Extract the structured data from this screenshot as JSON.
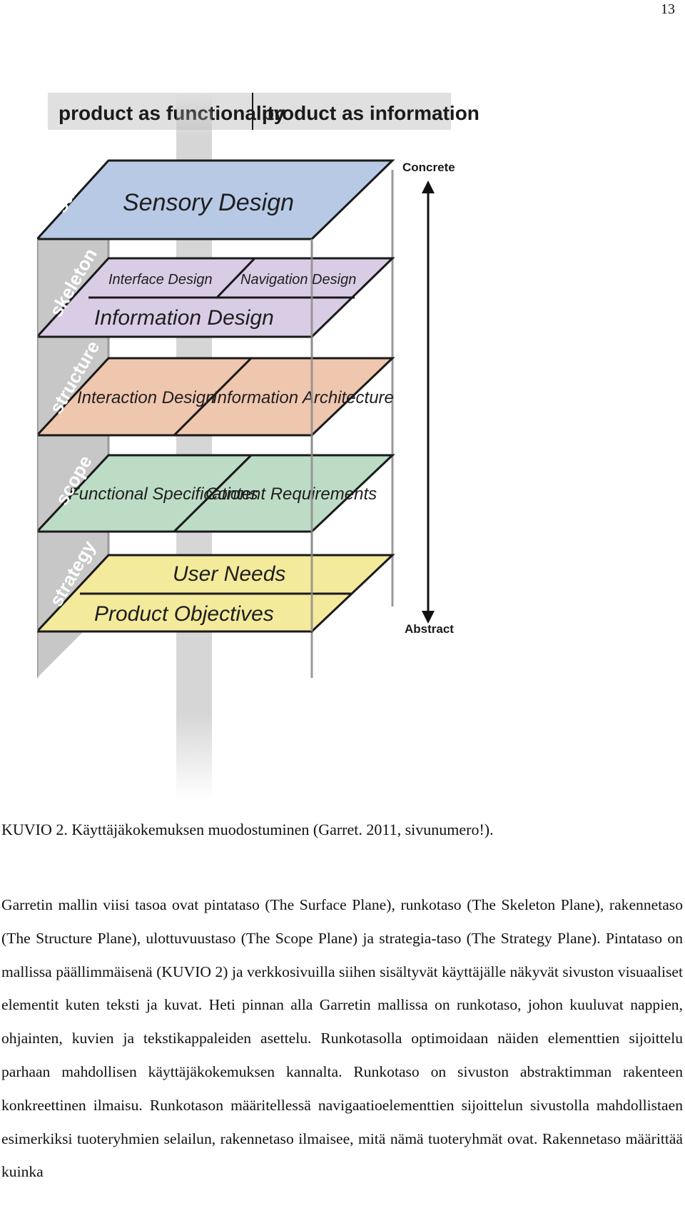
{
  "page": {
    "number": "13"
  },
  "figure": {
    "header": {
      "left": "product as functionality",
      "right": "product as information"
    },
    "axis": {
      "top": "Concrete",
      "bottom": "Abstract"
    },
    "colors": {
      "surface": "#b8c9e6",
      "skeleton": "#d9cde6",
      "structure": "#efc6ae",
      "scope": "#bddcc6",
      "strategy": "#f4ea9c",
      "side_panel": "#c7c7c7",
      "header_band": "#e0e0e0"
    },
    "planes": {
      "surface": {
        "label": "surface",
        "items": [
          "Sensory Design"
        ]
      },
      "skeleton": {
        "label": "skeleton",
        "items": [
          "Interface Design",
          "Navigation Design",
          "Information Design"
        ]
      },
      "structure": {
        "label": "structure",
        "items": [
          "Interaction Design",
          "Information Architecture"
        ]
      },
      "scope": {
        "label": "scope",
        "items": [
          "Functional Specifications",
          "Content Requirements"
        ]
      },
      "strategy": {
        "label": "strategy",
        "items": [
          "User Needs",
          "Product Objectives"
        ]
      }
    }
  },
  "caption": "KUVIO 2. Käyttäjäkokemuksen muodostuminen (Garret. 2011, sivunumero!).",
  "body": "Garretin mallin viisi tasoa ovat pintataso (The Surface Plane), runkotaso (The Skeleton Plane), rakennetaso (The Structure Plane), ulottuvuustaso (The Scope Plane) ja strategia-taso (The Strategy Plane). Pintataso on mallissa päällimmäisenä (KUVIO 2) ja verkkosivuilla siihen sisältyvät käyttäjälle näkyvät sivuston visuaaliset elementit kuten teksti ja kuvat. Heti pinnan alla Garretin mallissa on runkotaso, johon kuuluvat nappien, ohjainten, kuvien ja tekstikappaleiden asettelu. Runkotasolla optimoidaan näiden elementtien sijoittelu parhaan mahdollisen käyttäjäkokemuksen kannalta. Runkotaso on sivuston abstraktimman rakenteen konkreettinen ilmaisu. Runkotason määritellessä navigaatioelementtien sijoittelun sivustolla mahdollistaen esimerkiksi tuoteryhmien selailun, rakennetaso ilmaisee, mitä nämä tuoteryhmät ovat.  Rakennetaso määrittää kuinka"
}
